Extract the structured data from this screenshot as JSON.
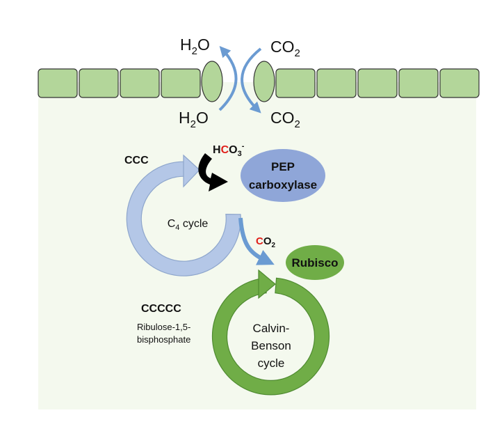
{
  "colors": {
    "cell": "#b3d69a",
    "cell_border": "#333333",
    "background_region": "#f4f9ee",
    "blue_arrow": "#6b9bd2",
    "c4_cycle": "#b4c7e7",
    "c4_cycle_border": "#8ea6cc",
    "calvin_cycle": "#70ad47",
    "calvin_cycle_border": "#4e8a30",
    "pep": "#8fa6d8",
    "rubisco": "#70ad47",
    "red_carbon": "#e0201b",
    "black_arrow": "#000000"
  },
  "top": {
    "h2o_out": {
      "base": "H",
      "sub": "2",
      "tail": "O"
    },
    "co2_in": {
      "base": "CO",
      "sub": "2"
    },
    "h2o_in": {
      "base": "H",
      "sub": "2",
      "tail": "O"
    },
    "co2_inside": {
      "base": "CO",
      "sub": "2"
    }
  },
  "hco3": {
    "h": "H",
    "c": "C",
    "o": "O",
    "sub": "3",
    "sup": "-"
  },
  "ccc": "CCC",
  "pep": {
    "line1": "PEP",
    "line2": "carboxylase"
  },
  "c4_cycle": {
    "c": "C",
    "sub": "4",
    "rest": " cycle"
  },
  "co2_small": {
    "c": "C",
    "o": "O",
    "sub": "2"
  },
  "rubisco": "Rubisco",
  "ccccc": "CCCCC",
  "ribulose": {
    "line1": "Ribulose-1,5-",
    "line2": "bisphosphate"
  },
  "calvin": {
    "line1": "Calvin-",
    "line2": "Benson",
    "line3": "cycle"
  }
}
